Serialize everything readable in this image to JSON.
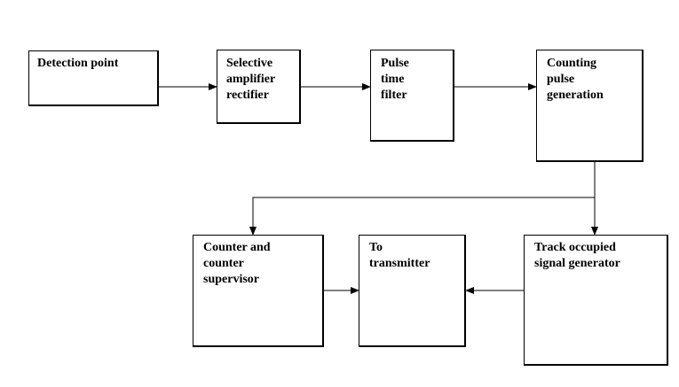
{
  "diagram": {
    "blocks": [
      {
        "id": "detection-point",
        "label": "Detection point"
      },
      {
        "id": "selective-amplifier-rectifier",
        "label": "Selective\namplifier\nrectifier"
      },
      {
        "id": "pulse-time-filter",
        "label": "Pulse\ntime\nfilter"
      },
      {
        "id": "counting-pulse-generation",
        "label": "Counting\npulse\ngeneration"
      },
      {
        "id": "counter-and-counter-supervisor",
        "label": "Counter and\ncounter\nsupervisor"
      },
      {
        "id": "to-transmitter",
        "label": "To\ntransmitter"
      },
      {
        "id": "track-occupied-signal-generator",
        "label": "Track occupied\nsignal generator"
      }
    ],
    "connections": [
      {
        "from": "detection-point",
        "to": "selective-amplifier-rectifier"
      },
      {
        "from": "selective-amplifier-rectifier",
        "to": "pulse-time-filter"
      },
      {
        "from": "pulse-time-filter",
        "to": "counting-pulse-generation"
      },
      {
        "from": "counting-pulse-generation",
        "to": "counter-and-counter-supervisor"
      },
      {
        "from": "counting-pulse-generation",
        "to": "track-occupied-signal-generator"
      },
      {
        "from": "counter-and-counter-supervisor",
        "to": "to-transmitter"
      },
      {
        "from": "track-occupied-signal-generator",
        "to": "to-transmitter"
      }
    ],
    "colors": {
      "stroke": "#000000",
      "fill": "#ffffff",
      "text": "#000000"
    }
  }
}
